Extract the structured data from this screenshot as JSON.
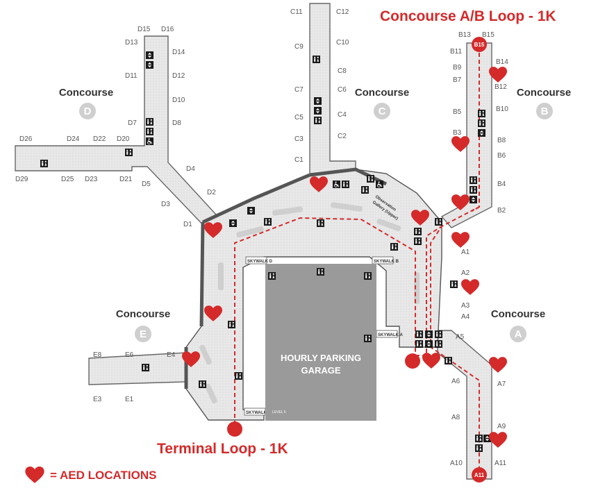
{
  "titles": {
    "concourse_ab_loop": "Concourse A/B Loop - 1K",
    "terminal_loop": "Terminal Loop - 1K",
    "legend": "= AED LOCATIONS"
  },
  "garage": {
    "line1": "HOURLY PARKING",
    "line2": "GARAGE",
    "level": "LEVEL 5"
  },
  "concourses": {
    "word": "Concourse",
    "letters": {
      "A": "A",
      "B": "B",
      "C": "C",
      "D": "D",
      "E": "E"
    }
  },
  "observation": {
    "line1": "Observation",
    "line2": "Gallery (Upper)"
  },
  "skywalks": {
    "a": "SKYWALK A",
    "b": "SKYWALK B",
    "c": "SKYWALK C",
    "d": "SKYWALK D"
  },
  "markers": {
    "b15": "B15",
    "a11": "A11"
  },
  "gates": {
    "d15": "D15",
    "d16": "D16",
    "d13": "D13",
    "d14": "D14",
    "d11": "D11",
    "d12": "D12",
    "d10": "D10",
    "d7": "D7",
    "d8": "D8",
    "d26": "D26",
    "d24": "D24",
    "d22": "D22",
    "d20": "D20",
    "d29": "D29",
    "d25": "D25",
    "d23": "D23",
    "d21": "D21",
    "d5": "D5",
    "d4": "D4",
    "d3": "D3",
    "d2": "D2",
    "d1": "D1",
    "c11": "C11",
    "c12": "C12",
    "c9": "C9",
    "c10": "C10",
    "c8": "C8",
    "c7": "C7",
    "c6": "C6",
    "c5": "C5",
    "c4": "C4",
    "c3": "C3",
    "c2": "C2",
    "c1": "C1",
    "b13": "B13",
    "b15": "B15",
    "b11": "B11",
    "b14": "B14",
    "b9": "B9",
    "b7": "B7",
    "b12": "B12",
    "b5": "B5",
    "b10": "B10",
    "b3": "B3",
    "b8": "B8",
    "b6": "B6",
    "b4": "B4",
    "b2": "B2",
    "a1": "A1",
    "a2": "A2",
    "a3": "A3",
    "a4": "A4",
    "a5": "A5",
    "a6": "A6",
    "a7": "A7",
    "a8": "A8",
    "a9": "A9",
    "a10": "A10",
    "a11": "A11",
    "e8": "E8",
    "e6": "E6",
    "e4": "E4",
    "e3": "E3",
    "e1": "E1"
  },
  "colors": {
    "route": "#d42a2a",
    "concourse_fill": "#e6e6e6",
    "outline": "#555555",
    "garage": "#9a9a9a",
    "circle_gray": "#cfcfcf"
  },
  "icons": {
    "aed": "heart-icon",
    "restroom": "restroom-icon",
    "elevator": "elevator-icon",
    "accessible": "wheelchair-icon"
  }
}
